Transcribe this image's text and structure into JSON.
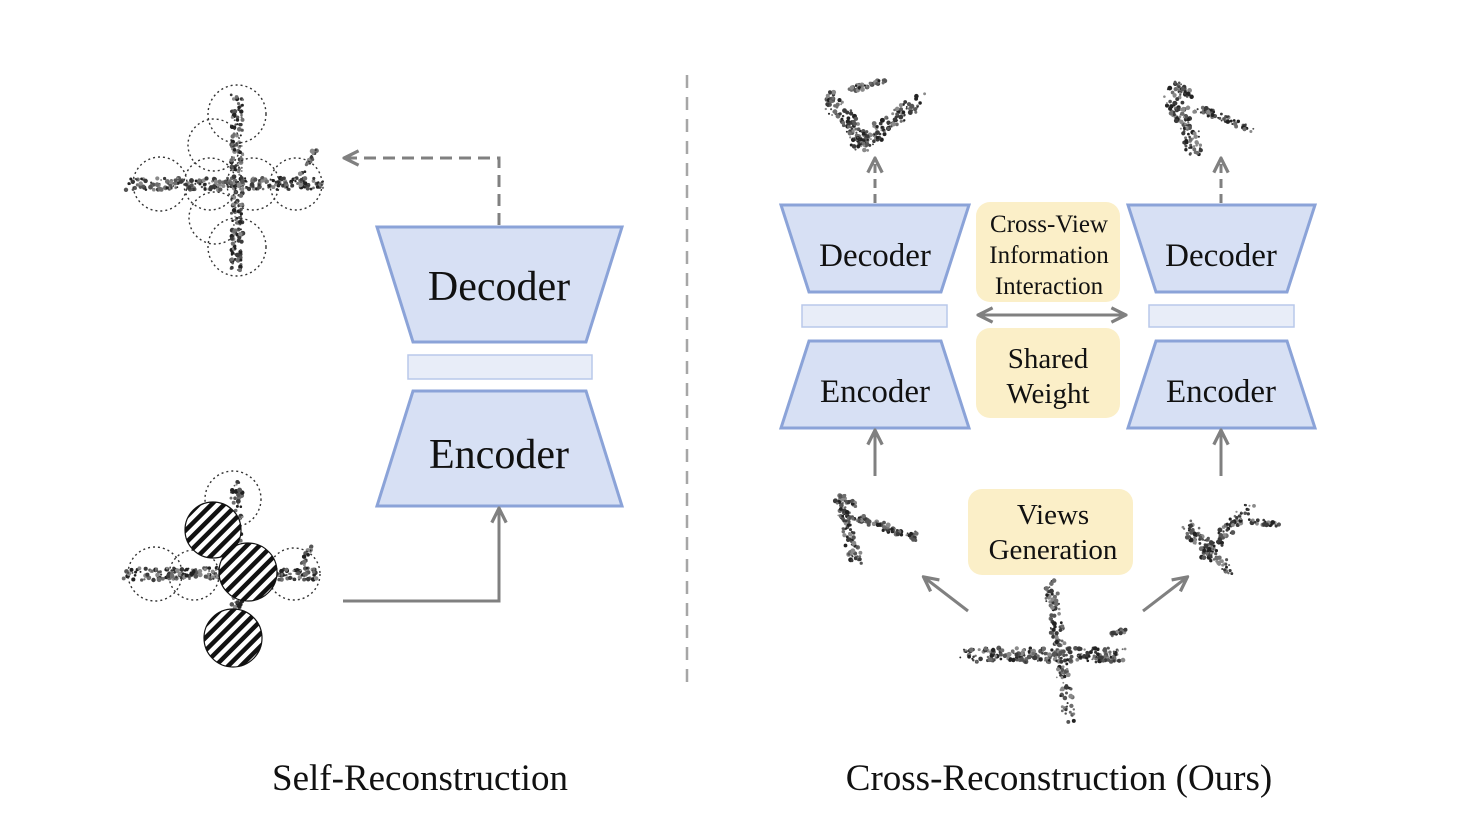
{
  "left_panel": {
    "decoder_label": "Decoder",
    "encoder_label": "Encoder",
    "caption": "Self-Reconstruction"
  },
  "right_panel": {
    "left_decoder_label": "Decoder",
    "left_encoder_label": "Encoder",
    "right_decoder_label": "Decoder",
    "right_encoder_label": "Encoder",
    "cross_view_line1": "Cross-View",
    "cross_view_line2": "Information",
    "cross_view_line3": "Interaction",
    "shared_line1": "Shared",
    "shared_line2": "Weight",
    "views_line1": "Views",
    "views_line2": "Generation",
    "caption": "Cross-Reconstruction (Ours)"
  },
  "colors": {
    "block_fill": "#d7e0f4",
    "block_stroke": "#8ba3d8",
    "latent_fill": "#e8edf8",
    "note_fill": "#fbefc8",
    "arrow": "#808080",
    "divider": "#a6a6a6"
  }
}
